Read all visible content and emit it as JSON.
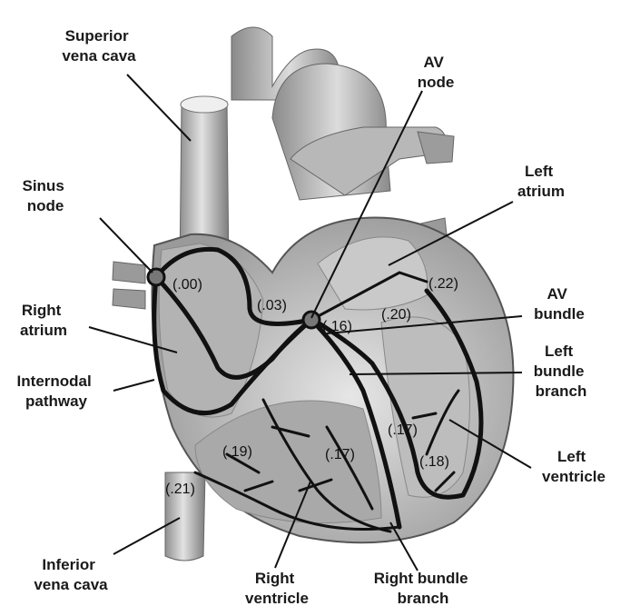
{
  "labels": {
    "superior_vena_cava": [
      "Superior",
      "vena cava"
    ],
    "av_node": [
      "AV",
      "node"
    ],
    "left_atrium": [
      "Left",
      "atrium"
    ],
    "sinus_node": [
      "Sinus",
      "node"
    ],
    "av_bundle": [
      "AV",
      "bundle"
    ],
    "right_atrium": [
      "Right",
      "atrium"
    ],
    "left_bundle_branch": [
      "Left",
      "bundle",
      "branch"
    ],
    "internodal_pathway": [
      "Internodal",
      "pathway"
    ],
    "left_ventricle": [
      "Left",
      "ventricle"
    ],
    "inferior_vena_cava": [
      "Inferior",
      "vena cava"
    ],
    "right_ventricle": [
      "Right",
      "ventricle"
    ],
    "right_bundle_branch": [
      "Right bundle",
      "branch"
    ]
  },
  "times": {
    "sinus": "(.00)",
    "av_node": "(.03)",
    "av_bundle": "(.16)",
    "left_branch_top": "(.20)",
    "left_atrium_wall": "(.22)",
    "right_ventricle": "(.19)",
    "septum": "(.17)",
    "left_ventricle_mid": "(.17)",
    "left_ventricle_low": "(.18)",
    "inferior": "(.21)"
  }
}
